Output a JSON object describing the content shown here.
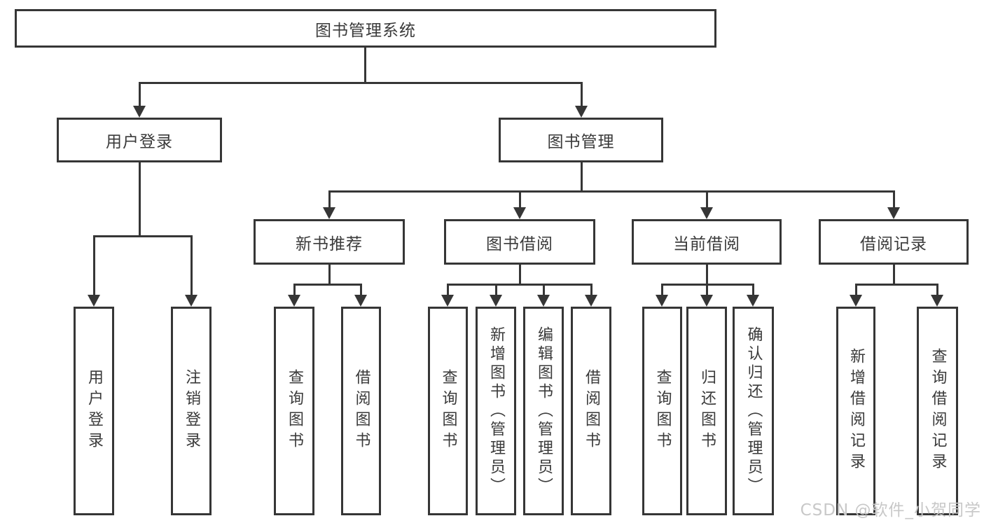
{
  "nodes": {
    "root": "图书管理系统",
    "user_login": "用户登录",
    "book_mgmt": "图书管理",
    "new_book_rec": "新书推荐",
    "book_borrow": "图书借阅",
    "current_borrow": "当前借阅",
    "borrow_record": "借阅记录",
    "leaf_user_login": "用户登录",
    "leaf_logout": "注销登录",
    "leaf_nb_query": "查询图书",
    "leaf_nb_borrow": "借阅图书",
    "leaf_bb_query": "查询图书",
    "leaf_bb_add": "新增图书（管理员）",
    "leaf_bb_edit": "编辑图书（管理员）",
    "leaf_bb_borrow": "借阅图书",
    "leaf_cb_query": "查询图书",
    "leaf_cb_return": "归还图书",
    "leaf_cb_confirm": "确认归还（管理员）",
    "leaf_br_add": "新增借阅记录",
    "leaf_br_query": "查询借阅记录"
  },
  "structure": {
    "图书管理系统": {
      "用户登录": [
        "用户登录",
        "注销登录"
      ],
      "图书管理": {
        "新书推荐": [
          "查询图书",
          "借阅图书"
        ],
        "图书借阅": [
          "查询图书",
          "新增图书（管理员）",
          "编辑图书（管理员）",
          "借阅图书"
        ],
        "当前借阅": [
          "查询图书",
          "归还图书",
          "确认归还（管理员）"
        ],
        "借阅记录": [
          "新增借阅记录",
          "查询借阅记录"
        ]
      }
    }
  },
  "watermark": {
    "text": "CSDN @软件_小贺同学"
  },
  "colors": {
    "line": "#363636",
    "text": "#3a3a3a",
    "bg": "#ffffff",
    "watermark": "#c8c8c8"
  }
}
